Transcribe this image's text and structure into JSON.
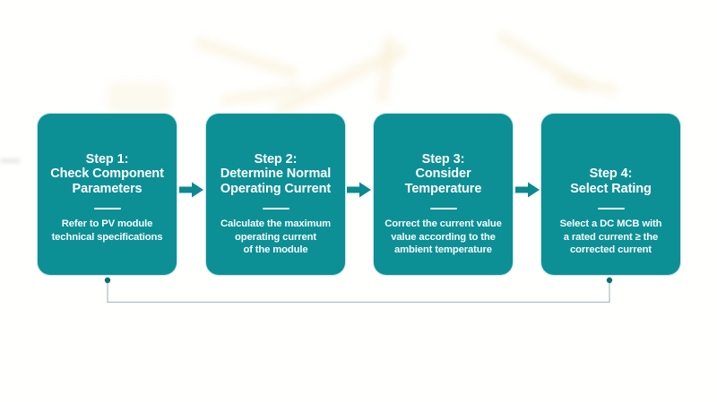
{
  "diagram": {
    "type": "flowchart",
    "direction": "left-to-right",
    "steps": [
      {
        "title": "Step 1:\nCheck Component\nParameters",
        "body": "Refer to PV module\ntechnical specifications"
      },
      {
        "title": "Step 2:\nDetermine Normal\nOperating Current",
        "body": "Calculate the maximum\noperating current\nof the module"
      },
      {
        "title": "Step 3:\nConsider\nTemperature",
        "body": "Correct the current value\nvalue according to the\nambient temperature"
      },
      {
        "title": "Step 4:\nSelect Rating",
        "body": "Select a DC MCB with\na rated current ≥ the\ncorrected current"
      }
    ],
    "colors": {
      "card": "#0d8f96",
      "card_text": "#ffffff",
      "arrow": "#0a8a90",
      "connector_line": "#a9bdbd",
      "connector_dot": "#0b7076",
      "background": "#fffffe"
    }
  }
}
